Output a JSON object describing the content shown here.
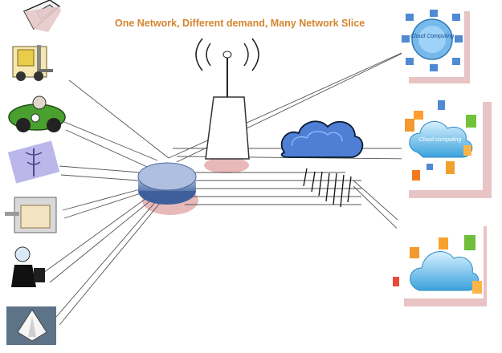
{
  "title": "One Network, Different demand, Many Network Slice",
  "cloud_label_1": "Cloud Computing",
  "cloud_label_2": "Cloud computing",
  "colors": {
    "title": "#d3852f",
    "lines": "#555555",
    "pink_shadow": "#e8b9b9",
    "hub_fill": "#7f9bc6",
    "tower_fill": "#ffffff",
    "cloud_blue": "#5fb8e8"
  },
  "left_devices": [
    "mobile-phone-icon",
    "forklift-icon",
    "race-car-icon",
    "medical-caduceus-icon",
    "toaster-icon",
    "smart-bulb-person-icon",
    "space-shuttle-icon"
  ],
  "right_panels": [
    "cloud-computing-network-top",
    "cloud-computing-network-middle",
    "cloud-computing-network-bottom"
  ]
}
